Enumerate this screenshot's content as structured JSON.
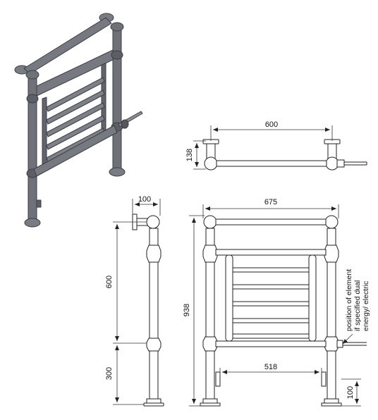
{
  "dimensions": {
    "plan_width": "600",
    "plan_depth": "138",
    "side_depth": "100",
    "side_upper": "600",
    "side_lower": "300",
    "front_width": "675",
    "front_height": "938",
    "inner_width": "518",
    "foot_height": "100"
  },
  "note": {
    "line1": "position of element",
    "line2": "if specified dual",
    "line3": "energy/ electric"
  },
  "colors": {
    "iso_pipe": "#6f7178",
    "iso_dark": "#4a4c52",
    "line": "#222222",
    "dim": "#333333"
  }
}
